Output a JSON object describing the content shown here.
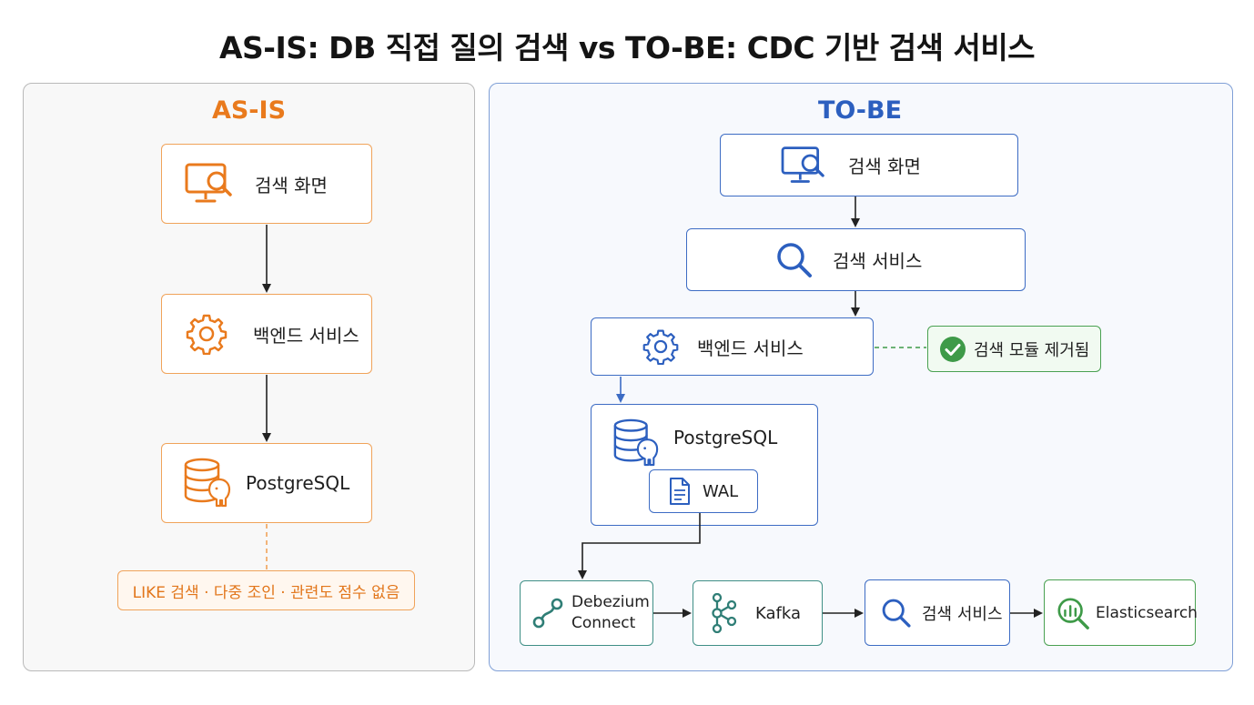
{
  "title": "AS-IS: DB 직접 질의 검색 vs TO-BE: CDC 기반 검색 서비스",
  "colors": {
    "asis_accent": "#e97a1d",
    "tobe_accent": "#2c5fbf",
    "green": "#3e9a48",
    "teal": "#2f7e76"
  },
  "asis": {
    "heading": "AS-IS",
    "search_screen": "검색 화면",
    "backend": "백엔드 서비스",
    "db": "PostgreSQL",
    "note": "LIKE 검색 · 다중 조인 · 관련도 점수 없음"
  },
  "tobe": {
    "heading": "TO-BE",
    "search_screen": "검색 화면",
    "search_service": "검색 서비스",
    "backend": "백엔드 서비스",
    "removed_badge": "검색 모듈 제거됨",
    "db": "PostgreSQL",
    "wal": "WAL",
    "debezium_line1": "Debezium",
    "debezium_line2": "Connect",
    "kafka": "Kafka",
    "search_service2": "검색 서비스",
    "elasticsearch": "Elasticsearch"
  }
}
